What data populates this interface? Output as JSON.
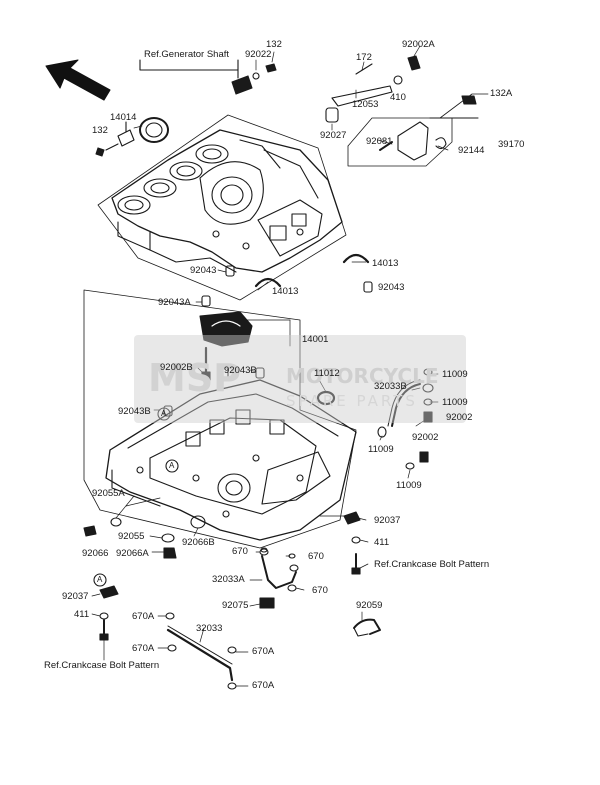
{
  "watermark": {
    "badge": "MSP",
    "line1": "MOTORCYCLE",
    "line2": "SPARE PARTS"
  },
  "labels": {
    "ref_generator_shaft": "Ref.Generator Shaft",
    "p92022": "92022",
    "p132_top": "132",
    "p172": "172",
    "p92002A": "92002A",
    "p14014": "14014",
    "p132_left": "132",
    "p12053": "12053",
    "p410": "410",
    "p132A": "132A",
    "p92027": "92027",
    "p92081": "92081",
    "p92144": "92144",
    "p39170": "39170",
    "p92043_a": "92043",
    "p14013_right": "14013",
    "p14013_mid": "14013",
    "p92043_b": "92043",
    "p92043A": "92043A",
    "p14001": "14001",
    "p92002B": "92002B",
    "p92043B_mid": "92043B",
    "p11012": "11012",
    "p11009_a": "11009",
    "p32033B": "32033B",
    "p11009_b": "11009",
    "p92002": "92002",
    "p92043B_left": "92043B",
    "p92002_b": "92002",
    "p11009_c": "11009",
    "p11009_d": "11009",
    "p92055A": "92055A",
    "p92037_right": "92037",
    "p92066": "92066",
    "p92055": "92055",
    "p411_right": "411",
    "p92066A": "92066A",
    "p92066B": "92066B",
    "p670_a": "670",
    "p670_b": "670",
    "ref_crankcase_right": "Ref.Crankcase Bolt Pattern",
    "p32033A": "32033A",
    "p670_c": "670",
    "p92037_left": "92037",
    "p92075": "92075",
    "p92059": "92059",
    "p411_left": "411",
    "p670A_a": "670A",
    "p32033": "32033",
    "p670A_b": "670A",
    "p670A_c": "670A",
    "p670A_d": "670A",
    "ref_crankcase_left": "Ref.Crankcase Bolt Pattern",
    "circle_A_left": "A",
    "circle_A_mid": "A",
    "circle_A_bottom": "A"
  }
}
